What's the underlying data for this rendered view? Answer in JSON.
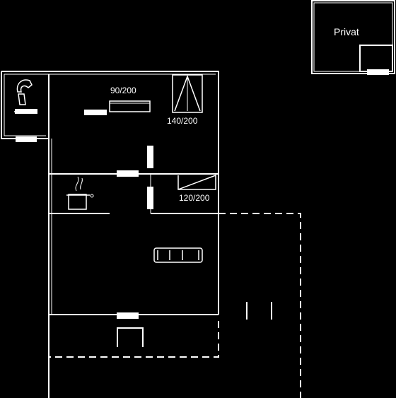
{
  "labels": {
    "privat": "Privat",
    "bed_single": "90/200",
    "bed_double": "140/200",
    "bed_other": "120/200"
  },
  "colors": {
    "background": "#000000",
    "line": "#ffffff"
  }
}
